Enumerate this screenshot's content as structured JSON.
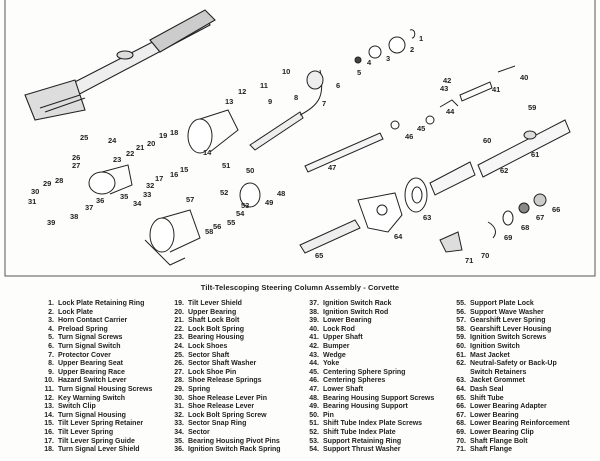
{
  "caption": "Tilt-Telescoping Steering Column Assembly - Corvette",
  "legend": [
    {
      "num": "1.",
      "label": "Lock Plate Retaining Ring"
    },
    {
      "num": "2.",
      "label": "Lock Plate"
    },
    {
      "num": "3.",
      "label": "Horn Contact Carrier"
    },
    {
      "num": "4.",
      "label": "Preload Spring"
    },
    {
      "num": "5.",
      "label": "Turn Signal Screws"
    },
    {
      "num": "6.",
      "label": "Turn Signal Switch"
    },
    {
      "num": "7.",
      "label": "Protector Cover"
    },
    {
      "num": "8.",
      "label": "Upper Bearing Seat"
    },
    {
      "num": "9.",
      "label": "Upper Bearing Race"
    },
    {
      "num": "10.",
      "label": "Hazard Switch Lever"
    },
    {
      "num": "11.",
      "label": "Turn Signal Housing Screws"
    },
    {
      "num": "12.",
      "label": "Key Warning Switch"
    },
    {
      "num": "13.",
      "label": "Switch Clip"
    },
    {
      "num": "14.",
      "label": "Turn Signal Housing"
    },
    {
      "num": "15.",
      "label": "Tilt Lever Spring Retainer"
    },
    {
      "num": "16.",
      "label": "Tilt Lever Spring"
    },
    {
      "num": "17.",
      "label": "Tilt Lever Spring Guide"
    },
    {
      "num": "18.",
      "label": "Turn Signal Lever Shield"
    },
    {
      "num": "19.",
      "label": "Tilt Lever Shield"
    },
    {
      "num": "20.",
      "label": "Upper Bearing"
    },
    {
      "num": "21.",
      "label": "Shaft Lock Bolt"
    },
    {
      "num": "22.",
      "label": "Lock Bolt Spring"
    },
    {
      "num": "23.",
      "label": "Bearing Housing"
    },
    {
      "num": "24.",
      "label": "Lock Shoes"
    },
    {
      "num": "25.",
      "label": "Sector Shaft"
    },
    {
      "num": "26.",
      "label": "Sector Shaft Washer"
    },
    {
      "num": "27.",
      "label": "Lock Shoe Pin"
    },
    {
      "num": "28.",
      "label": "Shoe Release Springs"
    },
    {
      "num": "29.",
      "label": "Spring"
    },
    {
      "num": "30.",
      "label": "Shoe Release Lever Pin"
    },
    {
      "num": "31.",
      "label": "Shoe Release Lever"
    },
    {
      "num": "32.",
      "label": "Lock Bolt Spring Screw"
    },
    {
      "num": "33.",
      "label": "Sector Snap Ring"
    },
    {
      "num": "34.",
      "label": "Sector"
    },
    {
      "num": "35.",
      "label": "Bearing Housing Pivot Pins"
    },
    {
      "num": "36.",
      "label": "Ignition Switch Rack Spring"
    },
    {
      "num": "37.",
      "label": "Ignition Switch Rack"
    },
    {
      "num": "38.",
      "label": "Ignition Switch Rod"
    },
    {
      "num": "39.",
      "label": "Lower Bearing"
    },
    {
      "num": "40.",
      "label": "Lock Rod"
    },
    {
      "num": "41.",
      "label": "Upper Shaft"
    },
    {
      "num": "42.",
      "label": "Bumper"
    },
    {
      "num": "43.",
      "label": "Wedge"
    },
    {
      "num": "44.",
      "label": "Yoke"
    },
    {
      "num": "45.",
      "label": "Centering Sphere Spring"
    },
    {
      "num": "46.",
      "label": "Centering Spheres"
    },
    {
      "num": "47.",
      "label": "Lower Shaft"
    },
    {
      "num": "48.",
      "label": "Bearing Housing Support Screws"
    },
    {
      "num": "49.",
      "label": "Bearing Housing Support"
    },
    {
      "num": "50.",
      "label": "Pin"
    },
    {
      "num": "51.",
      "label": "Shift Tube Index Plate Screws"
    },
    {
      "num": "52.",
      "label": "Shift Tube Index Plate"
    },
    {
      "num": "53.",
      "label": "Support Retaining Ring"
    },
    {
      "num": "54.",
      "label": "Support Thrust Washer"
    },
    {
      "num": "55.",
      "label": "Support Plate Lock"
    },
    {
      "num": "56.",
      "label": "Support Wave Washer"
    },
    {
      "num": "57.",
      "label": "Gearshift Lever Spring"
    },
    {
      "num": "58.",
      "label": "Gearshift Lever Housing"
    },
    {
      "num": "59.",
      "label": "Ignition Switch Screws"
    },
    {
      "num": "60.",
      "label": "Ignition Switch"
    },
    {
      "num": "61.",
      "label": "Mast Jacket"
    },
    {
      "num": "62.",
      "label": "Neutral-Safety or Back-Up",
      "cont": "Switch Retainers"
    },
    {
      "num": "63.",
      "label": "Jacket Grommet"
    },
    {
      "num": "64.",
      "label": "Dash Seal"
    },
    {
      "num": "65.",
      "label": "Shift Tube"
    },
    {
      "num": "66.",
      "label": "Lower Bearing Adapter"
    },
    {
      "num": "67.",
      "label": "Lower Bearing"
    },
    {
      "num": "68.",
      "label": "Lower Bearing Reinforcement"
    },
    {
      "num": "69.",
      "label": "Lower Bearing Clip"
    },
    {
      "num": "70.",
      "label": "Shaft Flange Bolt"
    },
    {
      "num": "71.",
      "label": "Shaft Flange"
    }
  ],
  "callouts": [
    "1",
    "2",
    "3",
    "4",
    "5",
    "6",
    "7",
    "8",
    "9",
    "10",
    "11",
    "12",
    "13",
    "14",
    "15",
    "16",
    "17",
    "18",
    "19",
    "20",
    "21",
    "22",
    "23",
    "24",
    "25",
    "26",
    "27",
    "28",
    "29",
    "30",
    "31",
    "32",
    "33",
    "34",
    "35",
    "36",
    "37",
    "38",
    "39",
    "40",
    "41",
    "42",
    "43",
    "44",
    "45",
    "46",
    "47",
    "48",
    "49",
    "50",
    "51",
    "52",
    "53",
    "54",
    "55",
    "56",
    "57",
    "58",
    "59",
    "60",
    "61",
    "62",
    "63",
    "64",
    "65",
    "66",
    "67",
    "68",
    "69",
    "70",
    "71"
  ]
}
